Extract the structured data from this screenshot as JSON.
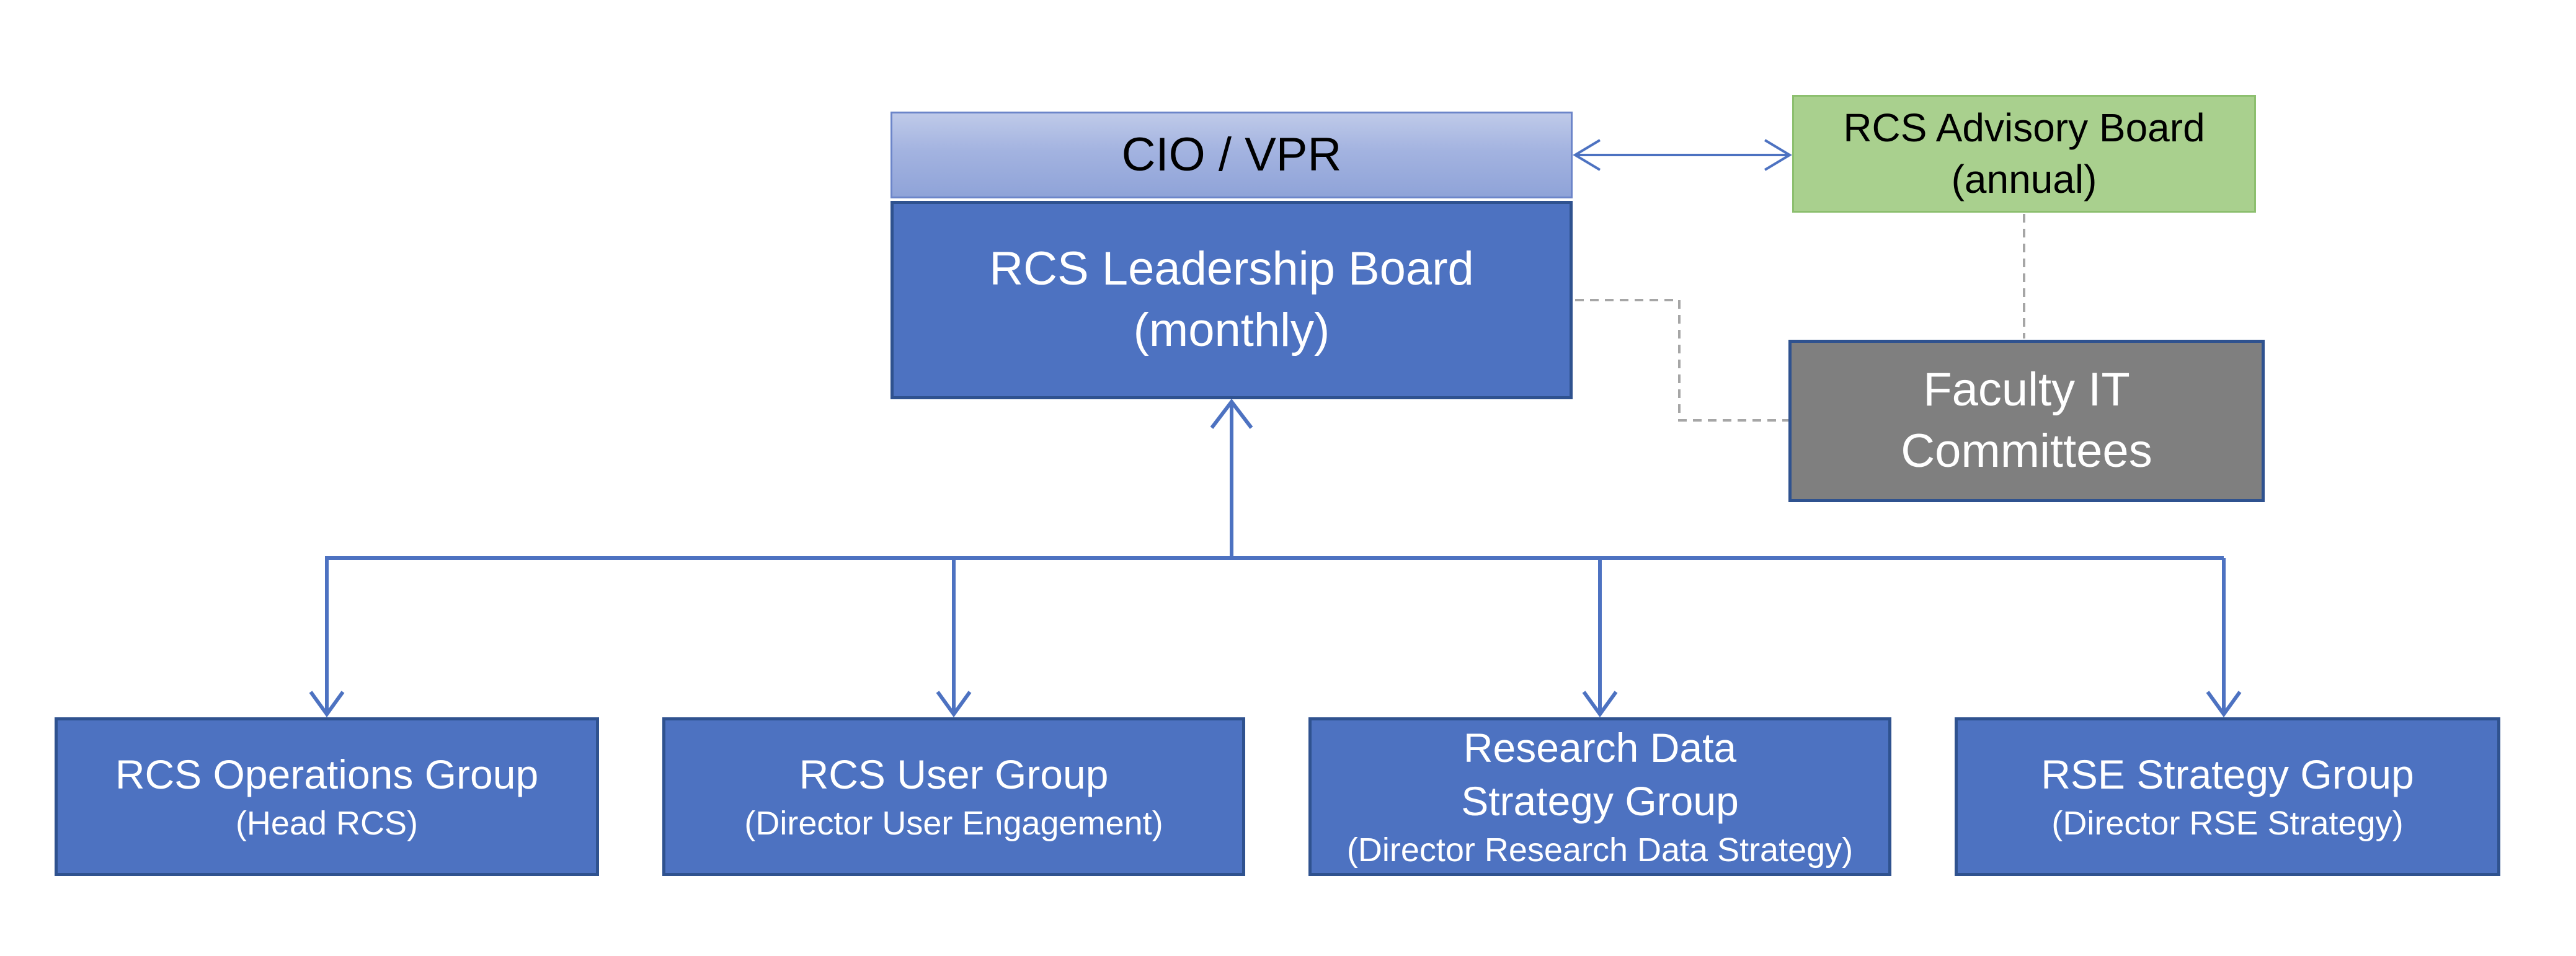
{
  "diagram": {
    "top": {
      "cio": {
        "label": "CIO / VPR"
      },
      "leadership": {
        "line1": "RCS Leadership Board",
        "line2": "(monthly)"
      },
      "advisory": {
        "line1": "RCS Advisory Board",
        "line2": "(annual)"
      },
      "faculty": {
        "line1": "Faculty IT",
        "line2": "Committees"
      }
    },
    "groups": [
      {
        "name": "RCS Operations Group",
        "lead": "(Head RCS)"
      },
      {
        "name": "RCS User Group",
        "lead": "(Director User Engagement)"
      },
      {
        "name_line1": "Research Data",
        "name_line2": "Strategy Group",
        "lead": "(Director Research Data Strategy)"
      },
      {
        "name": "RSE Strategy Group",
        "lead": "(Director RSE Strategy)"
      }
    ],
    "colors": {
      "primary_box": "#4d72c1",
      "box_border": "#2f528f",
      "cio_box": "#a3b3e0",
      "advisory_box": "#a9d08e",
      "faculty_box": "#7f7f7f",
      "connector": "#4d72c1",
      "dashed_connector": "#a6a6a6"
    }
  }
}
